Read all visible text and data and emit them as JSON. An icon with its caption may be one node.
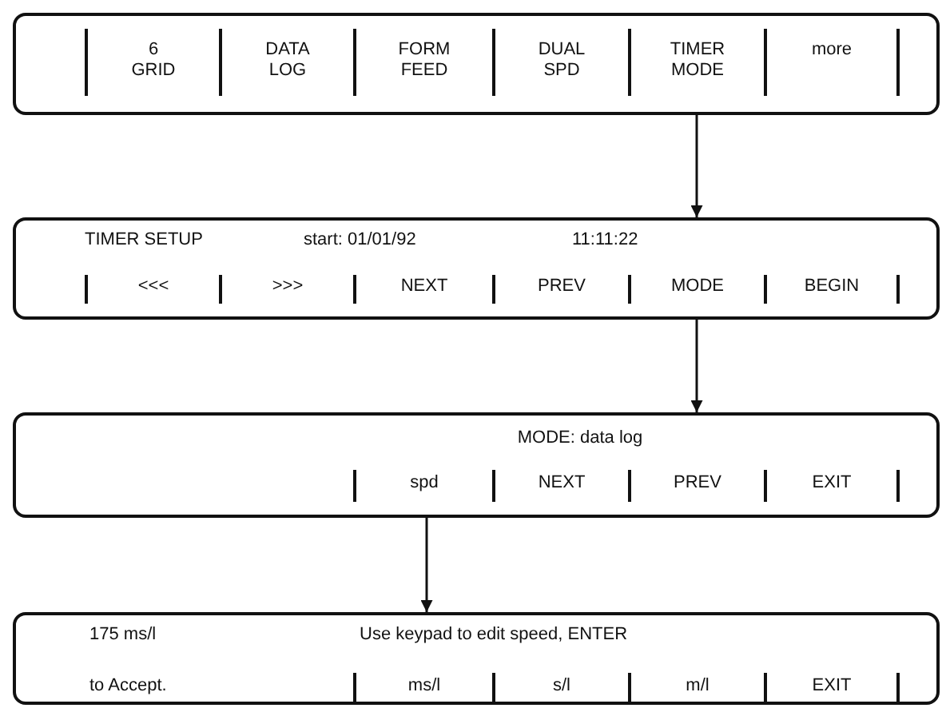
{
  "diagram": {
    "nodes": [
      {
        "text": [
          "6 GRID",
          "DATA LOG",
          "FORM FEED",
          "DUAL SPD",
          "TIMER MODE",
          "more"
        ]
      },
      {
        "text": [
          "TIMER SETUP",
          "start: 01/01/92",
          "11:11:22",
          "<<<",
          ">>>",
          "NEXT",
          "PREV",
          "MODE",
          "BEGIN"
        ]
      },
      {
        "text": [
          "MODE: data log",
          "spd",
          "NEXT",
          "PREV",
          "EXIT"
        ]
      },
      {
        "text": [
          "175 ms/l",
          "Use keypad to edit speed, ENTER",
          "to Accept.",
          "ms/l",
          "s/l",
          "m/l",
          "EXIT"
        ]
      }
    ],
    "edges": [
      {
        "from": 0,
        "to": 1,
        "arrow": "to"
      },
      {
        "from": 1,
        "to": 2,
        "arrow": "to"
      },
      {
        "from": 2,
        "to": 3,
        "arrow": "to"
      }
    ]
  }
}
